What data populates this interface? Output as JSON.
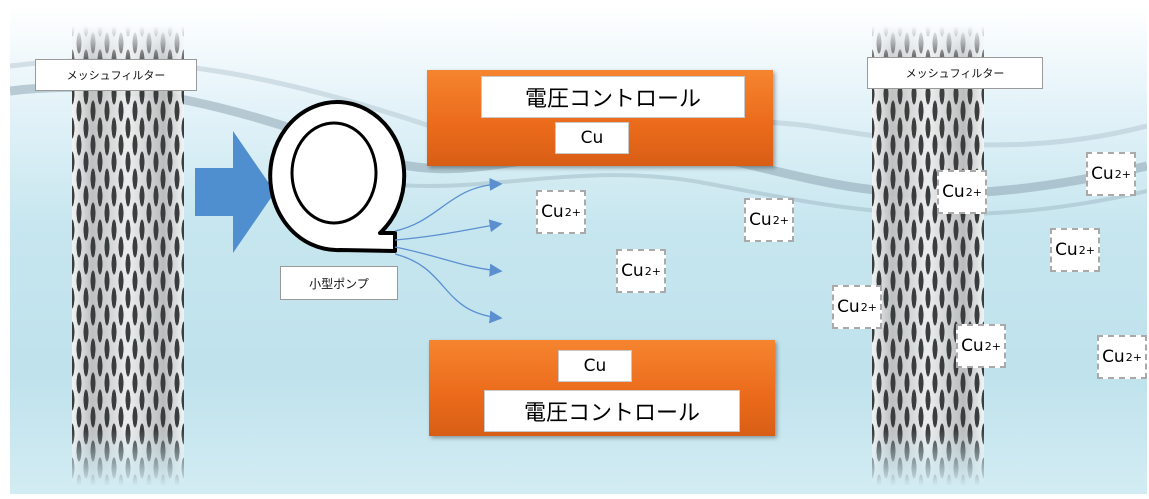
{
  "filters": {
    "left_label": "メッシュフィルター",
    "right_label": "メッシュフィルター"
  },
  "pump": {
    "label": "小型ポンプ"
  },
  "electrodes": {
    "top": {
      "title": "電圧コントロール",
      "metal": "Cu"
    },
    "bottom": {
      "title": "電圧コントロール",
      "metal": "Cu"
    }
  },
  "ions": [
    {
      "base": "Cu",
      "charge": "2+"
    },
    {
      "base": "Cu",
      "charge": "2+"
    },
    {
      "base": "Cu",
      "charge": "2+"
    },
    {
      "base": "Cu",
      "charge": "2+"
    },
    {
      "base": "Cu",
      "charge": "2+"
    },
    {
      "base": "Cu",
      "charge": "2+"
    },
    {
      "base": "Cu",
      "charge": "2+"
    },
    {
      "base": "Cu",
      "charge": "2+"
    },
    {
      "base": "Cu",
      "charge": "2+"
    }
  ],
  "colors": {
    "electrode": "#ea6a1a",
    "block_arrow": "#4f8fcf",
    "flow_arrow": "#5b8fd0",
    "water": "#c7e6ef"
  }
}
